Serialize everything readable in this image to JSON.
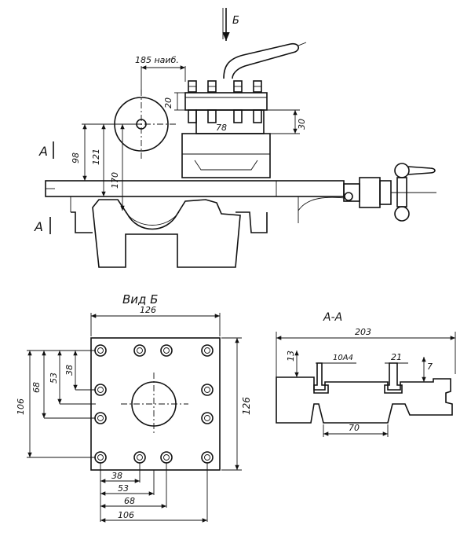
{
  "view_arrow_label": "Б",
  "max_dim_label": "185 наиб.",
  "section_marker": "А",
  "section_marker_lower": "А",
  "top_dims": {
    "d20": "20",
    "d30": "30",
    "d78": "78",
    "d98": "98",
    "d121": "121",
    "d170": "170"
  },
  "view_b": {
    "title": "Вид Б",
    "width": "126",
    "height": "126",
    "left_dims": [
      "106",
      "68",
      "53",
      "38"
    ],
    "bottom_dims": [
      "38",
      "53",
      "68",
      "106"
    ]
  },
  "section_aa": {
    "title": "А-А",
    "width": "203",
    "d13": "13",
    "slot_label": "10А4",
    "d21": "21",
    "d7": "7",
    "d70": "70"
  }
}
